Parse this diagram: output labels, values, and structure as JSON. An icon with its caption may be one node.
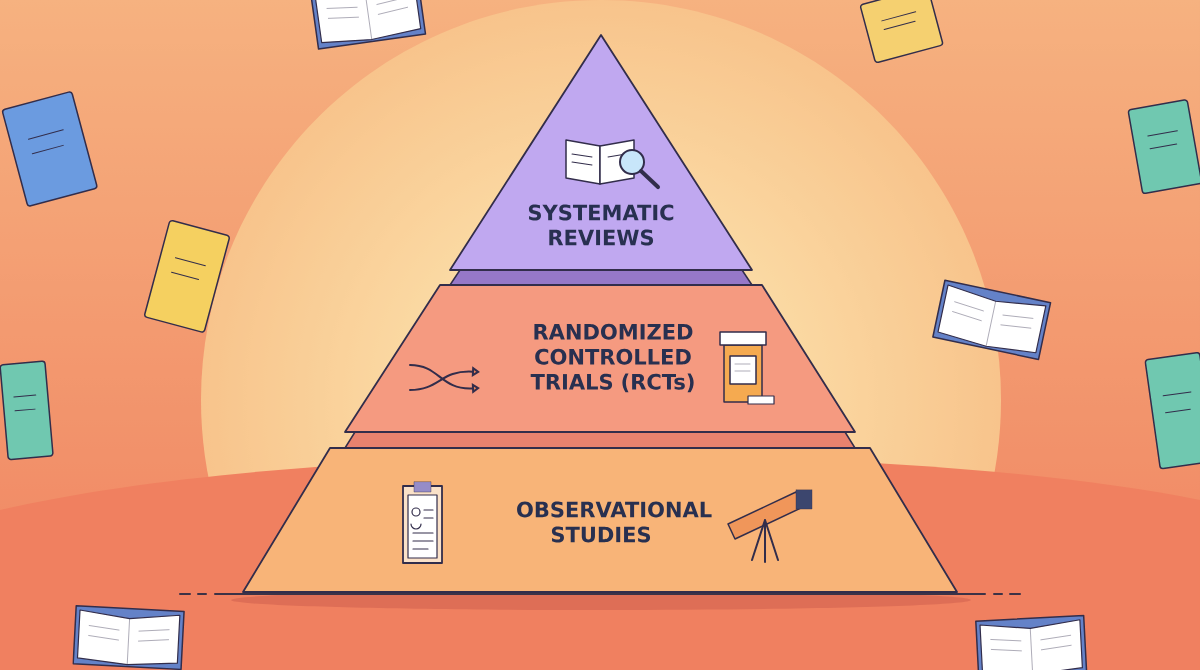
{
  "diagram": {
    "nodes": [
      {
        "text": [
          "SYSTEMATIC REVIEWS"
        ]
      },
      {
        "text": [
          "RANDOMIZED CONTROLLED TRIALS (RCTs)"
        ]
      },
      {
        "text": [
          "OBSERVATIONAL STUDIES"
        ]
      }
    ]
  }
}
